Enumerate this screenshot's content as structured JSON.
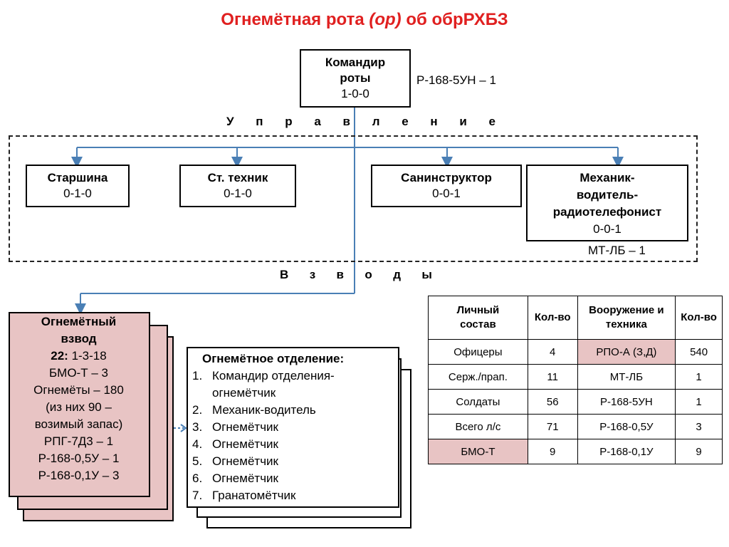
{
  "title": {
    "part1": "Огнемётная рота ",
    "part2": "(ор)",
    "part3": " об обрРХБЗ"
  },
  "commander": {
    "label_line1": "Командир",
    "label_line2": "роты",
    "code": "1-0-0",
    "radio": "Р-168-5УН – 1"
  },
  "section_control": [
    "У",
    "п",
    "р",
    "а",
    "в",
    "л",
    "е",
    "н",
    "и",
    "е"
  ],
  "section_platoons": [
    "В",
    "з",
    "в",
    "о",
    "д",
    "ы"
  ],
  "staff": [
    {
      "label": "Старшина",
      "code": "0-1-0"
    },
    {
      "label": "Ст. техник",
      "code": "0-1-0"
    },
    {
      "label": "Санинструктор",
      "code": "0-0-1"
    }
  ],
  "mechanic": {
    "line1": "Механик-",
    "line2": "водитель-",
    "line3": "радиотелефонист",
    "code": "0-0-1",
    "vehicle": "МТ-ЛБ – 1"
  },
  "platoon": {
    "title_line1": "Огнемётный",
    "title_line2": "взвод",
    "strength_bold": "22:",
    "strength": " 1-3-18",
    "lines": [
      "БМО-Т – 3",
      "Огнемёты – 180",
      "(из них 90 –",
      "возимый запас)",
      "РПГ-7Д3 – 1",
      "Р-168-0,5У – 1",
      "Р-168-0,1У – 3"
    ]
  },
  "squad": {
    "title": "Огнемётное отделение:",
    "items": [
      {
        "num": "1.",
        "text": "Командир отделения-огнемётчик"
      },
      {
        "num": "2.",
        "text": "Механик-водитель"
      },
      {
        "num": "3.",
        "text": "Огнемётчик"
      },
      {
        "num": "4.",
        "text": "Огнемётчик"
      },
      {
        "num": "5.",
        "text": "Огнемётчик"
      },
      {
        "num": "6.",
        "text": "Огнемётчик"
      },
      {
        "num": "7.",
        "text": "Гранатомётчик"
      }
    ]
  },
  "table": {
    "headers": [
      "Личный состав",
      "Кол-во",
      "Вооружение и техника",
      "Кол-во"
    ],
    "rows": [
      [
        "Офицеры",
        "4",
        "РПО-А (З,Д)",
        "540"
      ],
      [
        "Серж./прап.",
        "11",
        "МТ-ЛБ",
        "1"
      ],
      [
        "Солдаты",
        "56",
        "Р-168-5УН",
        "1"
      ],
      [
        "Всего л/с",
        "71",
        "Р-168-0,5У",
        "3"
      ],
      [
        "БМО-Т",
        "9",
        "Р-168-0,1У",
        "9"
      ]
    ]
  },
  "colors": {
    "title": "#e02020",
    "connector": "#4a7fb5",
    "pink_fill": "#e8c4c4"
  }
}
